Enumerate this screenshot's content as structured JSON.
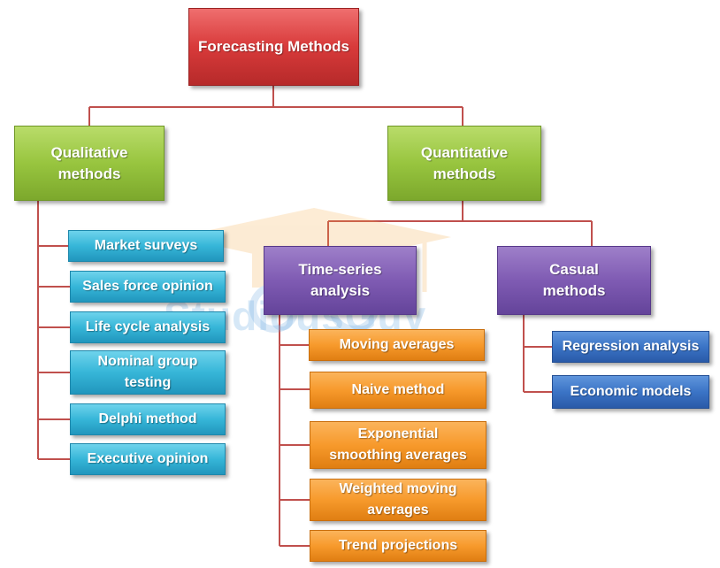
{
  "root": {
    "label": "Forecasting Methods",
    "color": "#d83a3a"
  },
  "qualitative": {
    "label_lines": [
      "Qualitative",
      "methods"
    ],
    "color": "#98c53f",
    "items": [
      [
        "Market surveys"
      ],
      [
        "Sales force opinion"
      ],
      [
        "Life cycle analysis"
      ],
      [
        "Nominal group",
        "testing"
      ],
      [
        "Delphi method"
      ],
      [
        "Executive opinion"
      ]
    ],
    "item_color": "#36b6d8"
  },
  "quantitative": {
    "label_lines": [
      "Quantitative",
      "methods"
    ],
    "color": "#98c53f",
    "time_series": {
      "label_lines": [
        "Time-series",
        "analysis"
      ],
      "color": "#7f5bb3",
      "items": [
        [
          "Moving averages"
        ],
        [
          "Naive method"
        ],
        [
          "Exponential",
          "smoothing averages"
        ],
        [
          "Weighted moving",
          "averages"
        ],
        [
          "Trend projections"
        ]
      ],
      "item_color": "#f79a2c"
    },
    "casual": {
      "label_lines": [
        "Casual",
        "methods"
      ],
      "color": "#7f5bb3",
      "items": [
        [
          "Regression analysis"
        ],
        [
          "Economic models"
        ]
      ],
      "item_color": "#3b74c6"
    }
  },
  "connector_color": "#c0504d",
  "watermark": {
    "logo": "graduation-cap-glasses-logo",
    "text": "StudiousGuy",
    "color": "#78b4e6"
  }
}
